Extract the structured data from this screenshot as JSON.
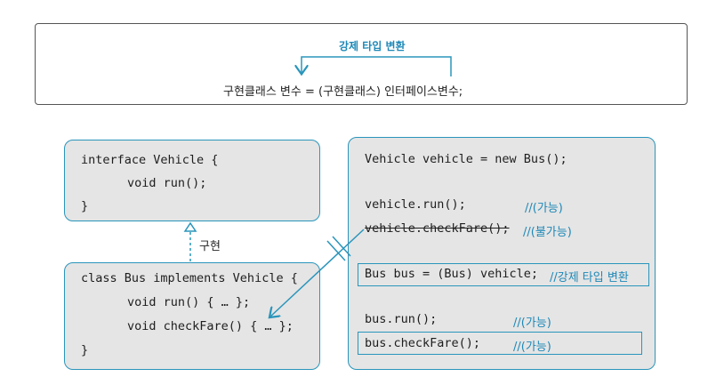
{
  "top": {
    "cast_label": "강제 타입 변환",
    "formula": "구현클래스 변수 = (구현클래스) 인터페이스변수;"
  },
  "interface_box": {
    "line1": "interface Vehicle {",
    "line2": "void run();",
    "line3": "}"
  },
  "implements_label": "구현",
  "class_box": {
    "line1": "class Bus implements Vehicle {",
    "line2": "void run() { … };",
    "line3": "void checkFare() { … };",
    "line4": "}"
  },
  "right_box": {
    "decl": "Vehicle vehicle = new Bus();",
    "call1": "vehicle.run();",
    "call1_comment": "//(가능)",
    "call2": "vehicle.checkFare();",
    "call2_comment": "//(불가능)",
    "cast_code": "Bus bus = (Bus) vehicle;",
    "cast_comment": "//강제 타입 변환",
    "call3": "bus.run();",
    "call3_comment": "//(가능)",
    "call4": "bus.checkFare();",
    "call4_comment": "//(가능)"
  },
  "colors": {
    "accent": "#2a95bb",
    "comment": "#1d88b7",
    "box_fill": "#e5e5e5"
  }
}
